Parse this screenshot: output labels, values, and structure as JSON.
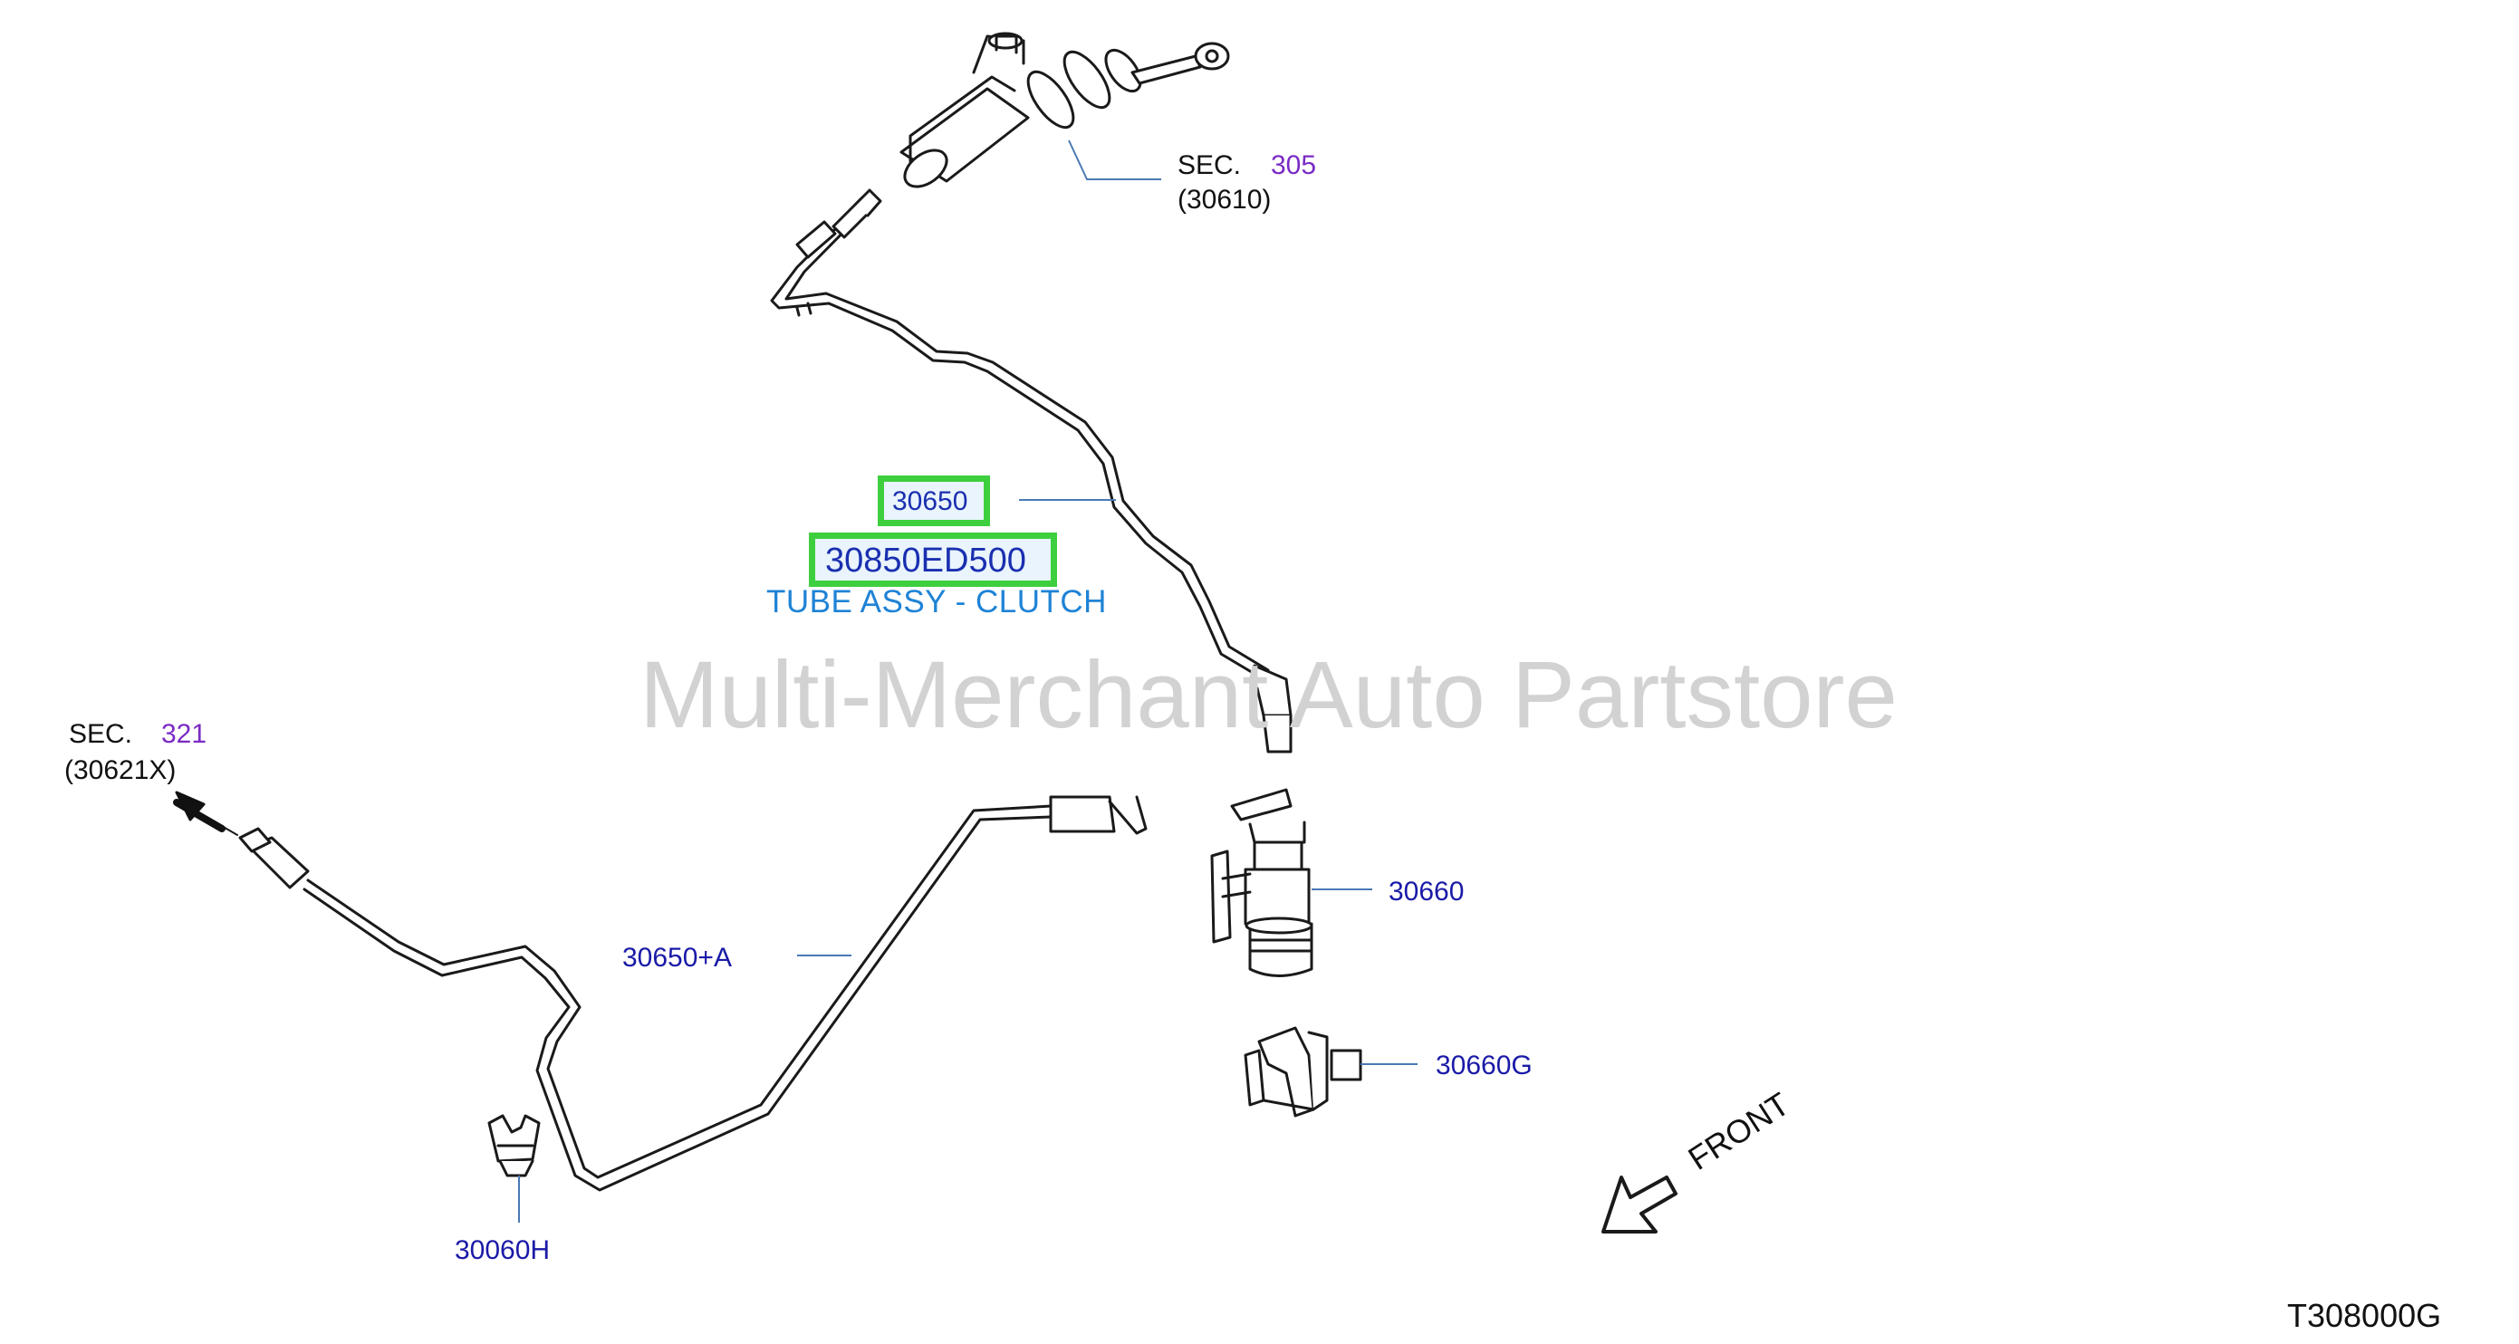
{
  "watermark": "Multi-Merchant Auto Partstore",
  "diagram_ref": "T308000G",
  "callouts": {
    "sec305": {
      "prefix": "SEC.",
      "number": "305",
      "sub": "(30610)"
    },
    "sec321": {
      "prefix": "SEC.",
      "number": "321",
      "sub": "(30621X)"
    },
    "p30650": "30650",
    "p30850": "30850ED500",
    "p30850_desc": "TUBE ASSY - CLUTCH",
    "p30650A": "30650+A",
    "p30660": "30660",
    "p30660G": "30660G",
    "p30060H": "30060H"
  },
  "front_label": "FRONT",
  "colors": {
    "line": "#1a1a1a",
    "leader": "#4a7ab5",
    "highlight_border": "#3ecf3e",
    "part_blue": "#1a1aa8",
    "sec_purple": "#7a2bc4",
    "desc_blue": "#1f83d6"
  }
}
